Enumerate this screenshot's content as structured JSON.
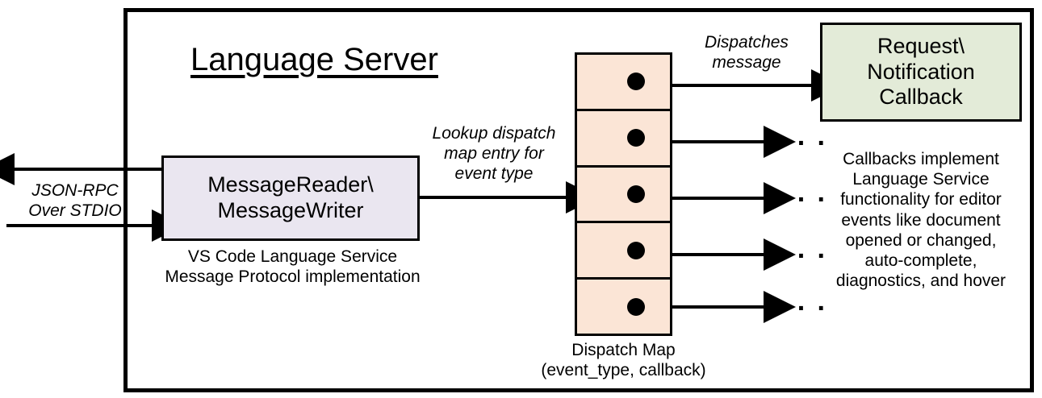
{
  "diagram": {
    "title": "Language Server",
    "outer_border_color": "#000000",
    "background": "#ffffff"
  },
  "external_flow": {
    "label": "JSON-RPC\nOver STDIO",
    "outgoing_direction": "left",
    "incoming_direction": "right"
  },
  "reader_node": {
    "label": "MessageReader\\\nMessageWriter",
    "fill": "#EAE6F0",
    "caption": "VS Code Language Service\nMessage Protocol implementation"
  },
  "lookup_edge": {
    "label": "Lookup dispatch\nmap entry for\nevent type"
  },
  "dispatch_map": {
    "fill": "#FBE5D6",
    "row_count": 5,
    "caption": "Dispatch Map\n(event_type, callback)",
    "rows": [
      {
        "marker": "callback-dot",
        "target": "Request\\ Notification Callback"
      },
      {
        "marker": "callback-dot",
        "target": "..."
      },
      {
        "marker": "callback-dot",
        "target": "..."
      },
      {
        "marker": "callback-dot",
        "target": "..."
      },
      {
        "marker": "callback-dot",
        "target": "..."
      }
    ]
  },
  "dispatch_edge": {
    "label": "Dispatches\nmessage"
  },
  "callback_node": {
    "label": "Request\\\nNotification\nCallback",
    "fill": "#E3EBD8",
    "caption": "Callbacks implement\nLanguage Service\nfunctionality for editor\nevents like document\nopened or changed,\nauto-complete,\ndiagnostics, and hover"
  },
  "ellipses": {
    "glyph": "· · ·"
  }
}
